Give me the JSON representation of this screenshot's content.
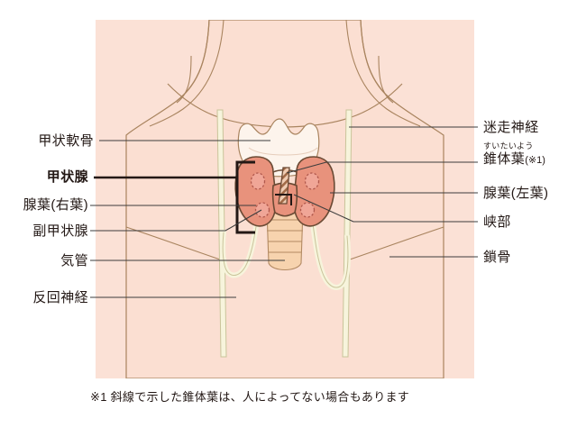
{
  "figure": {
    "title_alt": "甲状腺の解剖図",
    "footnote": "※1 斜線で示した錐体葉は、人によってない場合もあります"
  },
  "colors": {
    "background": "#ffffff",
    "skin_panel": "#fbe1d6",
    "skin_body": "#fbdfd2",
    "skin_outline": "#a9845f",
    "thyroid_fill": "#e8927c",
    "thyroid_outline": "#6b4a34",
    "parathyroid_fill": "#f0a697",
    "parathyroid_outline": "#b0584c",
    "cartilage_fill": "#fdf4ec",
    "cartilage_outline": "#a9845f",
    "trachea_fill": "#f7d3ae",
    "trachea_outline": "#b38a63",
    "nerve_fill": "#f7f4dc",
    "nerve_outline": "#c9c49a",
    "pyramidal_hatch": "#9d6a4a",
    "leader_line": "#3c3c3c",
    "bracket": "#231815",
    "text": "#231815"
  },
  "labels_left": [
    {
      "id": "thyroid-cartilage",
      "text": "甲状軟骨",
      "bold": false
    },
    {
      "id": "thyroid-gland",
      "text": "甲状腺",
      "bold": true
    },
    {
      "id": "lobe-right",
      "text": "腺葉(右葉)",
      "bold": false
    },
    {
      "id": "parathyroid",
      "text": "副甲状腺",
      "bold": false
    },
    {
      "id": "trachea",
      "text": "気管",
      "bold": false
    },
    {
      "id": "recurrent-nerve",
      "text": "反回神経",
      "bold": false
    }
  ],
  "labels_right": [
    {
      "id": "vagus-nerve",
      "text": "迷走神経",
      "ruby": "",
      "note": ""
    },
    {
      "id": "pyramidal-lobe",
      "text": "錐体葉",
      "ruby": "すいたいよう",
      "note": "(※1)"
    },
    {
      "id": "lobe-left",
      "text": "腺葉(左葉)",
      "ruby": "",
      "note": ""
    },
    {
      "id": "isthmus",
      "text": "峡部",
      "ruby": "",
      "note": ""
    },
    {
      "id": "clavicle",
      "text": "鎖骨",
      "ruby": "",
      "note": ""
    }
  ]
}
